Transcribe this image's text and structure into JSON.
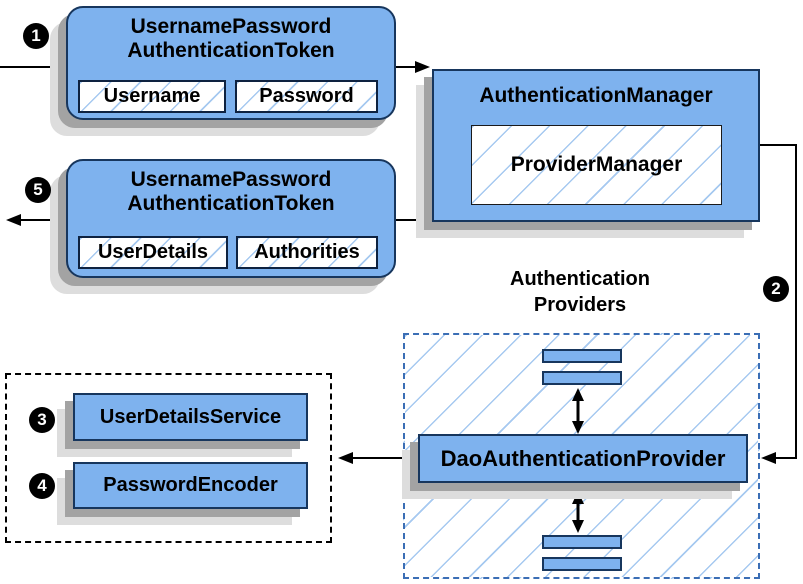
{
  "colors": {
    "box_fill": "#7EB2EE",
    "box_border": "#17365D",
    "hatch_line": "#A6C9F0",
    "region_border": "#3B6EB5",
    "connector": "#000000",
    "shadow": "#A3A3A3",
    "shadow_light": "#DDDDDD",
    "badge_bg": "#000000",
    "badge_text": "#FFFFFF",
    "background": "#FFFFFF"
  },
  "badges": {
    "step1": "1",
    "step2": "2",
    "step3": "3",
    "step4": "4",
    "step5": "5"
  },
  "token_request": {
    "title_line1": "UsernamePassword",
    "title_line2": "AuthenticationToken",
    "fields": [
      "Username",
      "Password"
    ]
  },
  "token_response": {
    "title_line1": "UsernamePassword",
    "title_line2": "AuthenticationToken",
    "fields": [
      "UserDetails",
      "Authorities"
    ]
  },
  "authentication_manager": {
    "title": "AuthenticationManager",
    "provider": "ProviderManager"
  },
  "authentication_providers": {
    "label_line1": "Authentication",
    "label_line2": "Providers"
  },
  "dao_provider": {
    "title": "DaoAuthenticationProvider"
  },
  "services": {
    "items": [
      "UserDetailsService",
      "PasswordEncoder"
    ]
  }
}
